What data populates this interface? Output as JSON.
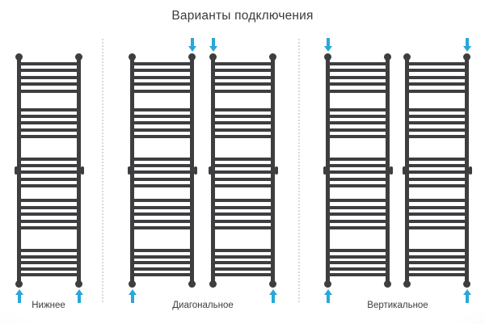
{
  "title": "Варианты подключения",
  "legend": {
    "groups": [
      {
        "label": "Нижнее"
      },
      {
        "label": "Диагональное"
      },
      {
        "label": "Вертикальное"
      }
    ]
  },
  "diagram": {
    "rungs_per_group": [
      5,
      5,
      5,
      5,
      5
    ],
    "arrow_direction_top": "down",
    "arrow_direction_bottom": "up",
    "radiators": [
      {
        "variant": "нижнее",
        "top_arrows": [],
        "bottom_arrows": [
          "left",
          "right"
        ]
      },
      {
        "variant": "диагональное",
        "top_arrows": [
          "right"
        ],
        "bottom_arrows": [
          "left"
        ]
      },
      {
        "variant": "диагональное",
        "top_arrows": [
          "left"
        ],
        "bottom_arrows": [
          "right"
        ]
      },
      {
        "variant": "вертикальное",
        "top_arrows": [
          "left"
        ],
        "bottom_arrows": [
          "left"
        ]
      },
      {
        "variant": "вертикальное",
        "top_arrows": [
          "right"
        ],
        "bottom_arrows": [
          "right"
        ]
      }
    ]
  },
  "colors": {
    "radiator": "#3e3d3f",
    "arrow": "#29a8d8",
    "separator": "#d9d9d9",
    "text": "#3b3b3b"
  }
}
